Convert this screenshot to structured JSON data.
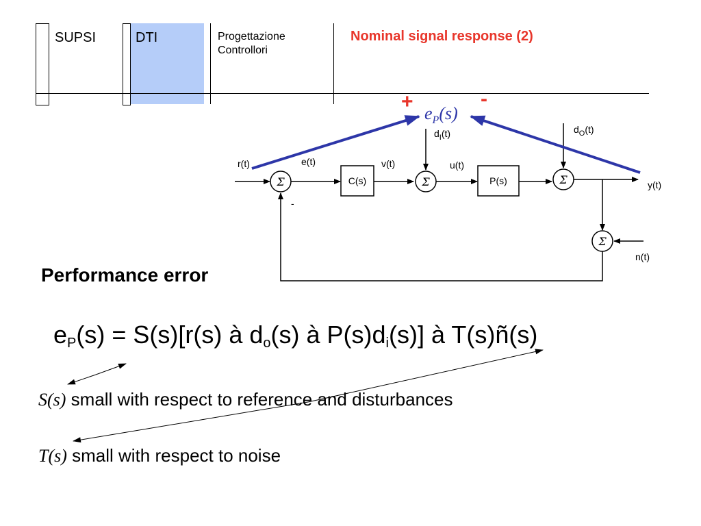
{
  "header": {
    "org": "SUPSI",
    "dept": "DTI",
    "course_line1": "Progettazione",
    "course_line2": "Controllori",
    "title": "Nominal signal response (2)"
  },
  "diagram": {
    "plus_sign": "+",
    "minus_sign": "-",
    "ep_main": "e",
    "ep_sub": "P",
    "ep_arg": "(s)",
    "sum_symbol": "Σ",
    "feedback_minus": "-",
    "signals": {
      "r": "r(t)",
      "e": "e(t)",
      "v": "v(t)",
      "u": "u(t)",
      "y": "y(t)",
      "di": "d",
      "di_sub": "I",
      "di_arg": "(t)",
      "do": "d",
      "do_sub": "O",
      "do_arg": "(t)",
      "n": "n(t)"
    },
    "blocks": {
      "controller": "C(s)",
      "plant": "P(s)"
    }
  },
  "section_heading": "Performance error",
  "formula": {
    "lhs_e": "e",
    "lhs_sub": "P",
    "lhs_rest": "(s) = ",
    "p1": "S(s)[r(s) à d",
    "p1_sub": "o",
    "p2": "(s) à P(s)d",
    "p2_sub": "i",
    "p3": "(s)] à T(s)ñ(s)"
  },
  "notes": {
    "s_math": "S(s)",
    "s_text": " small with respect to reference and disturbances",
    "t_math": "T(s)",
    "t_text": " small with respect to noise"
  },
  "colors": {
    "title": "#e8362b",
    "dti_fill": "#b5cdf9",
    "performance_arrows": "#2d36a8"
  }
}
